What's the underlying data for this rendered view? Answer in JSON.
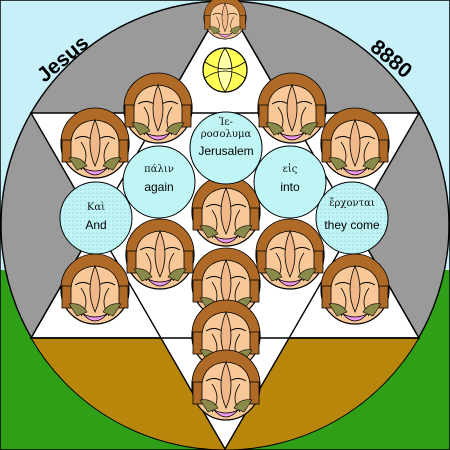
{
  "corner_labels": {
    "name": "Jesus",
    "number": "8880"
  },
  "phrase": [
    {
      "greek": "Καὶ",
      "english": "And"
    },
    {
      "greek": "πάλιν",
      "english": "again"
    },
    {
      "greek_line1": "Ἱε-",
      "greek_line2": "ροσολυμα",
      "english": "Jerusalem"
    },
    {
      "greek": "εἰς",
      "english": "into"
    },
    {
      "greek": "ἔρχονται",
      "english": "they come"
    }
  ],
  "colors": {
    "sky": "#c8f0f8",
    "grass": "#2e9f16",
    "ring": "#9a9a9a",
    "disc": "#ffffff",
    "star_lower": "#b8860b",
    "word_circle": "#bff5f5",
    "skin": "#f8c898",
    "hair": "#b06a28",
    "halo": "#ffff55"
  },
  "icons": [
    "face-icon",
    "halo-icon"
  ]
}
